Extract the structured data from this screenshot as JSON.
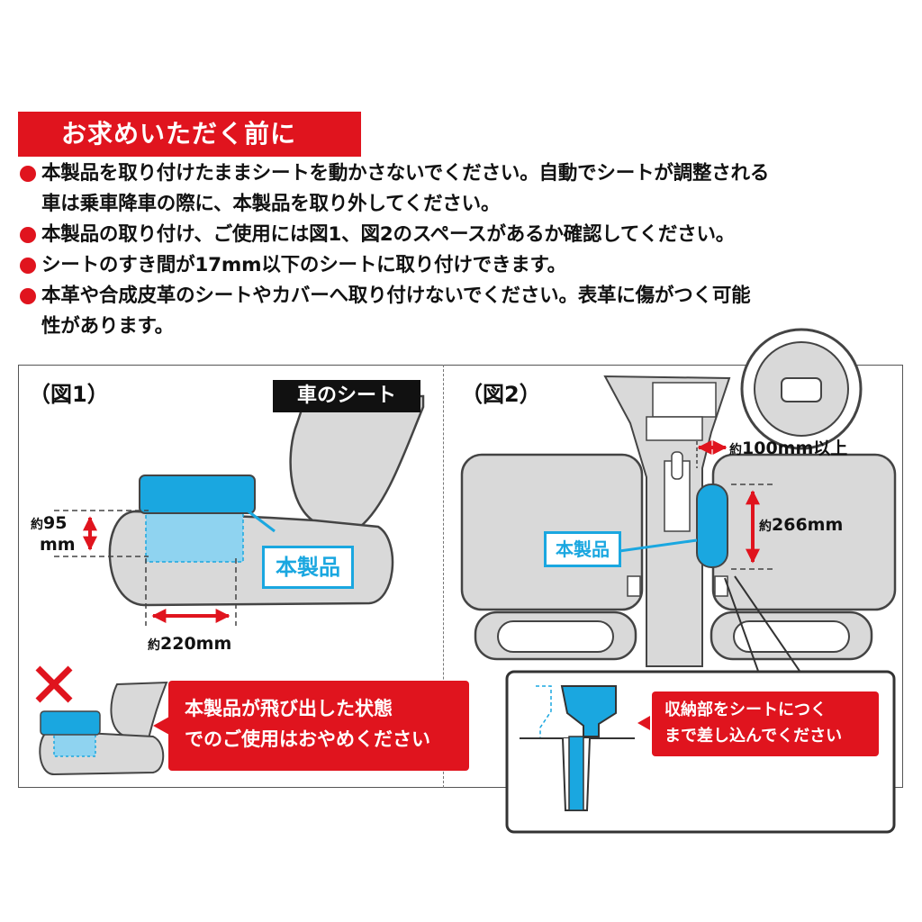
{
  "header": {
    "title": "お求めいただく前に"
  },
  "notes": [
    {
      "line1": "本製品を取り付けたままシートを動かさないでください。自動でシートが調整される",
      "line2": "車は乗車降車の際に、本製品を取り外してください。"
    },
    {
      "line1": "本製品の取り付け、ご使用には図1、図2のスペースがあるか確認してください。",
      "line2": ""
    },
    {
      "line1": "シートのすき間が17mm以下のシートに取り付けできます。",
      "line2": ""
    },
    {
      "line1": "本革や合成皮革のシートやカバーへ取り付けないでください。表革に傷がつく可能",
      "line2": "性があります。"
    }
  ],
  "fig1": {
    "label": "（図1）",
    "seat_tag": "車のシート",
    "product_label": "本製品",
    "height_prefix": "約",
    "height_value": "95",
    "height_unit": "mm",
    "width_prefix": "約",
    "width_value": "220mm",
    "bad_mark": "×",
    "warning_line1": "本製品が飛び出した状態",
    "warning_line2": "でのご使用はおやめください"
  },
  "fig2": {
    "label": "（図2）",
    "product_label": "本製品",
    "gap_prefix": "約",
    "gap_value": "100mm以上",
    "length_prefix": "約",
    "length_value": "266mm",
    "instruction_line1": "収納部をシートにつく",
    "instruction_line2": "まで差し込んでください"
  },
  "colors": {
    "accent_red": "#e0141e",
    "product_blue": "#1aa7e0",
    "seat_gray": "#d9d9d9"
  }
}
